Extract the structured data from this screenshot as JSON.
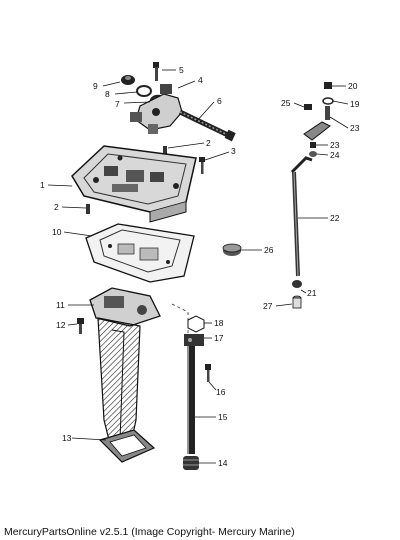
{
  "footer": {
    "text": "MercuryPartsOnline v2.5.1 (Image Copyright- Mercury Marine)"
  },
  "callouts": {
    "c1": "1",
    "c2a": "2",
    "c2b": "2",
    "c3": "3",
    "c4": "4",
    "c5": "5",
    "c6": "6",
    "c7": "7",
    "c8": "8",
    "c9": "9",
    "c10": "10",
    "c11": "11",
    "c12": "12",
    "c13": "13",
    "c14": "14",
    "c15": "15",
    "c16": "16",
    "c17": "17",
    "c18": "18",
    "c19": "19",
    "c20": "20",
    "c21": "21",
    "c22": "22",
    "c23a": "23",
    "c23b": "23",
    "c24": "24",
    "c25": "25",
    "c26": "26",
    "c27": "27"
  }
}
